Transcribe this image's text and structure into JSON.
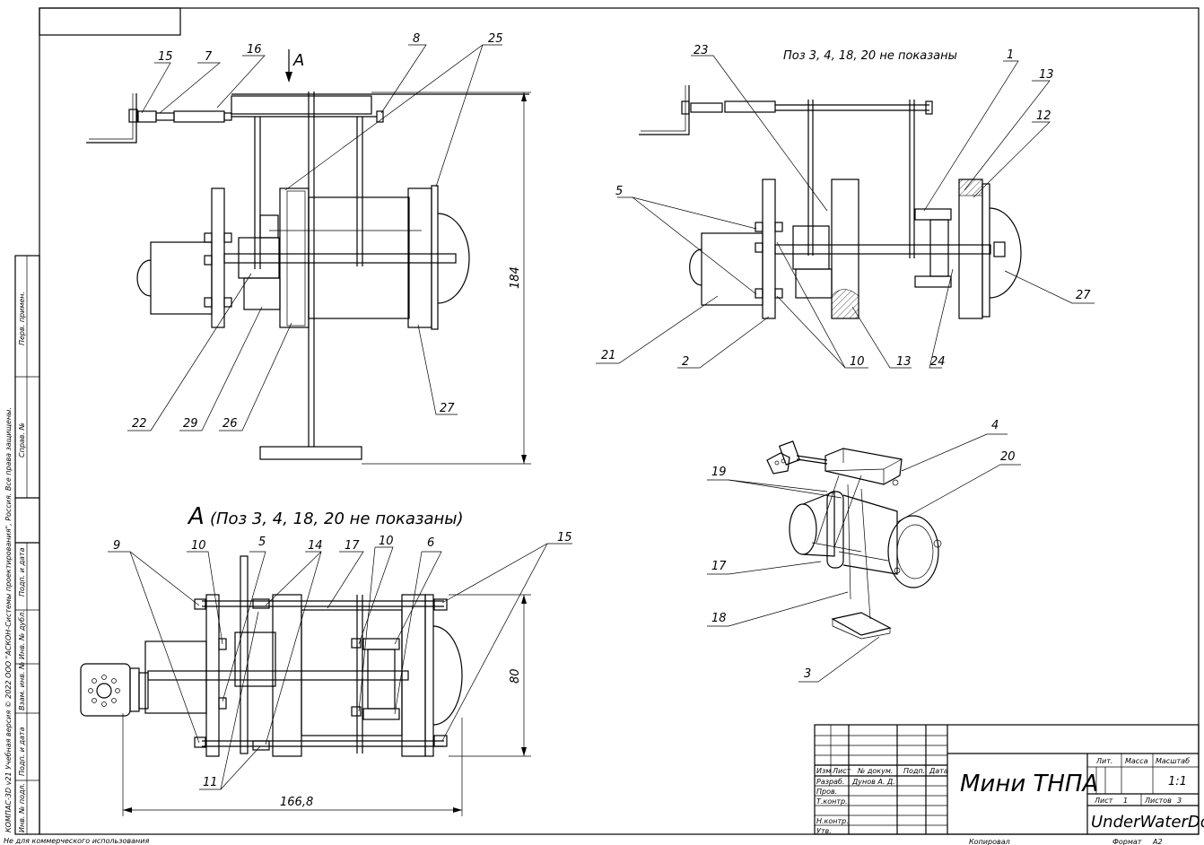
{
  "view_label": "A",
  "section_a_title": "А",
  "section_a_note": "(Поз 3, 4, 18, 20 не показаны)",
  "note_top_right": "Поз 3, 4, 18, 20 не показаны",
  "dims": {
    "height_184": "184",
    "height_80": "80",
    "width_1668": "166,8"
  },
  "callouts_view1": [
    "15",
    "7",
    "16",
    "8",
    "25",
    "22",
    "29",
    "26",
    "27"
  ],
  "callouts_view2": [
    "23",
    "1",
    "13",
    "12",
    "5",
    "21",
    "2",
    "10",
    "13",
    "24",
    "27"
  ],
  "callouts_view3": [
    "9",
    "10",
    "5",
    "14",
    "17",
    "10",
    "6",
    "15",
    "11"
  ],
  "callouts_iso": [
    "4",
    "20",
    "19",
    "17",
    "18",
    "3"
  ],
  "title_block": {
    "name": "Мини ТНПА",
    "company": "UnderWaterDogs",
    "hdr_izm": "Изм",
    "hdr_list": "Лист",
    "hdr_doc": "№ докум.",
    "hdr_podp": "Подп.",
    "hdr_data": "Дата",
    "razrab": "Разраб.",
    "razrab_name": "Дунов А. Д.",
    "prov": "Пров.",
    "tkontr": "Т.контр.",
    "nkontr": "Н.контр.",
    "utv": "Утв.",
    "lit": "Лит.",
    "massa": "Масса",
    "masshtab": "Масштаб",
    "scale": "1:1",
    "sheet": "Лист",
    "sheet_no": "1",
    "sheets": "Листов",
    "sheets_no": "3",
    "kopiroval": "Копировал",
    "format": "Формат",
    "format_val": "A2"
  },
  "side_stamp": {
    "perv": "Перв. примен.",
    "sprav": "Справ. №",
    "podp1": "Подп. и дата",
    "inv_dubl": "Инв. № дубл.",
    "vzam": "Взам. инв. №",
    "podp2": "Подп. и дата",
    "inv_podl": "Инв. № подл."
  },
  "license_vertical": "КОМПАС-3D v21 Учебная версия © 2022 ООО \"АСКОН-Системы проектирования\", Россия. Все права защищены.",
  "license_bottom": "Не для коммерческого использования"
}
